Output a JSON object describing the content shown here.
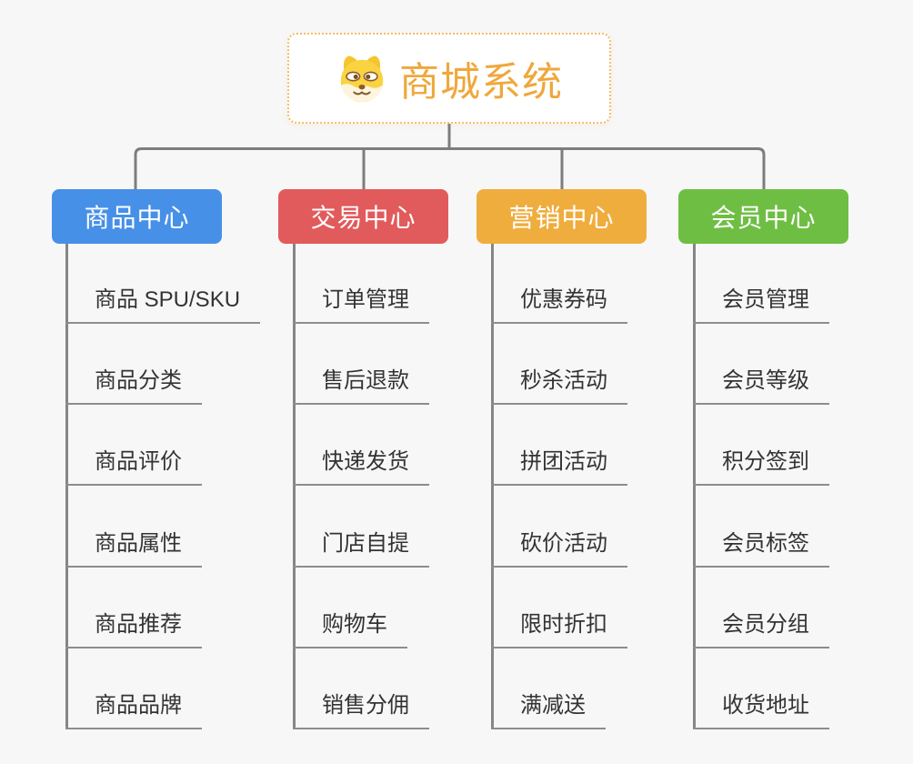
{
  "root": {
    "title": "商城系统",
    "icon": "doge-icon",
    "title_color": "#EFA83C",
    "border_color": "#F2BD69"
  },
  "branches": [
    {
      "label": "商品中心",
      "color": "#4690E8",
      "items": [
        "商品 SPU/SKU",
        "商品分类",
        "商品评价",
        "商品属性",
        "商品推荐",
        "商品品牌"
      ]
    },
    {
      "label": "交易中心",
      "color": "#E25B5C",
      "items": [
        "订单管理",
        "售后退款",
        "快递发货",
        "门店自提",
        "购物车",
        "销售分佣"
      ]
    },
    {
      "label": "营销中心",
      "color": "#EFAD3E",
      "items": [
        "优惠券码",
        "秒杀活动",
        "拼团活动",
        "砍价活动",
        "限时折扣",
        "满减送"
      ]
    },
    {
      "label": "会员中心",
      "color": "#6FBE44",
      "items": [
        "会员管理",
        "会员等级",
        "积分签到",
        "会员标签",
        "会员分组",
        "收货地址"
      ]
    }
  ],
  "connector_color": "#7D7D7D",
  "background_color": "#F7F7F7"
}
